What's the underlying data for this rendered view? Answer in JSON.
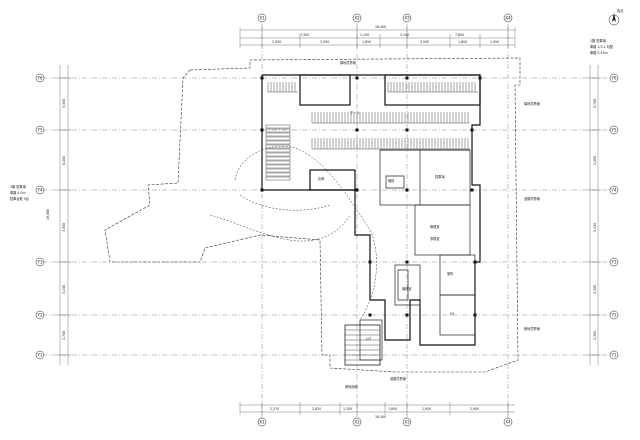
{
  "grid": {
    "columns": [
      "X1",
      "X2",
      "X3",
      "X4"
    ],
    "rows": [
      "Y6",
      "Y5",
      "Y4",
      "Y3",
      "Y2",
      "Y1"
    ]
  },
  "dimensions": {
    "top_overall": "16,400",
    "top_segments": [
      "7,300",
      "1,150",
      "3,100",
      "7,800"
    ],
    "top_sub": [
      "2,950",
      "3,950",
      "1,650",
      "3,500",
      "1,800",
      "1,950"
    ],
    "bottom_overall": "16,400",
    "bottom_segments": [
      "2,370",
      "2,820",
      "1,350",
      "1,800",
      "1,950",
      "2,900"
    ],
    "left_overall": "19,860",
    "left_segments": [
      "3,300",
      "6,400",
      "3,300",
      "3,150",
      "1,700"
    ],
    "right_segments": [
      "3,700",
      "2,400",
      "3,150",
      "3,300",
      "1,300"
    ]
  },
  "north": {
    "label": "真北"
  },
  "legend": {
    "lines": [
      "1階 駐車場",
      "車路 1/3.1 勾配",
      "車路 5.43m"
    ]
  },
  "left_note": {
    "lines": [
      "1階 駐車場",
      "車路 4.0m",
      "駐車台数 5台"
    ]
  },
  "rooms": {
    "parking_area": "駐車場",
    "stair": "階段",
    "office": "管理室",
    "office_sub": "事務室",
    "restroom": "便所",
    "elevator": "EV",
    "entrance": "入口",
    "storage": "倉庫",
    "machine": "機械室",
    "lobby": "ホール"
  },
  "annotations": {
    "right_1": "隣地境界線",
    "right_2": "道路境界線",
    "right_3": "敷地境界線",
    "top_1": "隣地境界線",
    "bottom_1": "道路境界線",
    "bottom_2": "敷地面積"
  }
}
